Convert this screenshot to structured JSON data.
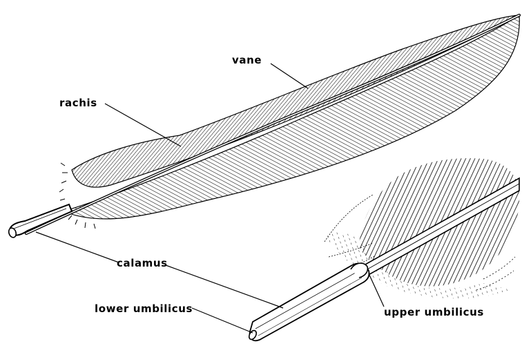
{
  "labels": {
    "vane": "vane",
    "rachis": "rachis",
    "calamus": "calamus",
    "lower_umbilicus": "lower umbilicus",
    "upper_umbilicus": "upper umbilicus"
  },
  "colors": {
    "ink": "#000000",
    "background": "#ffffff"
  }
}
